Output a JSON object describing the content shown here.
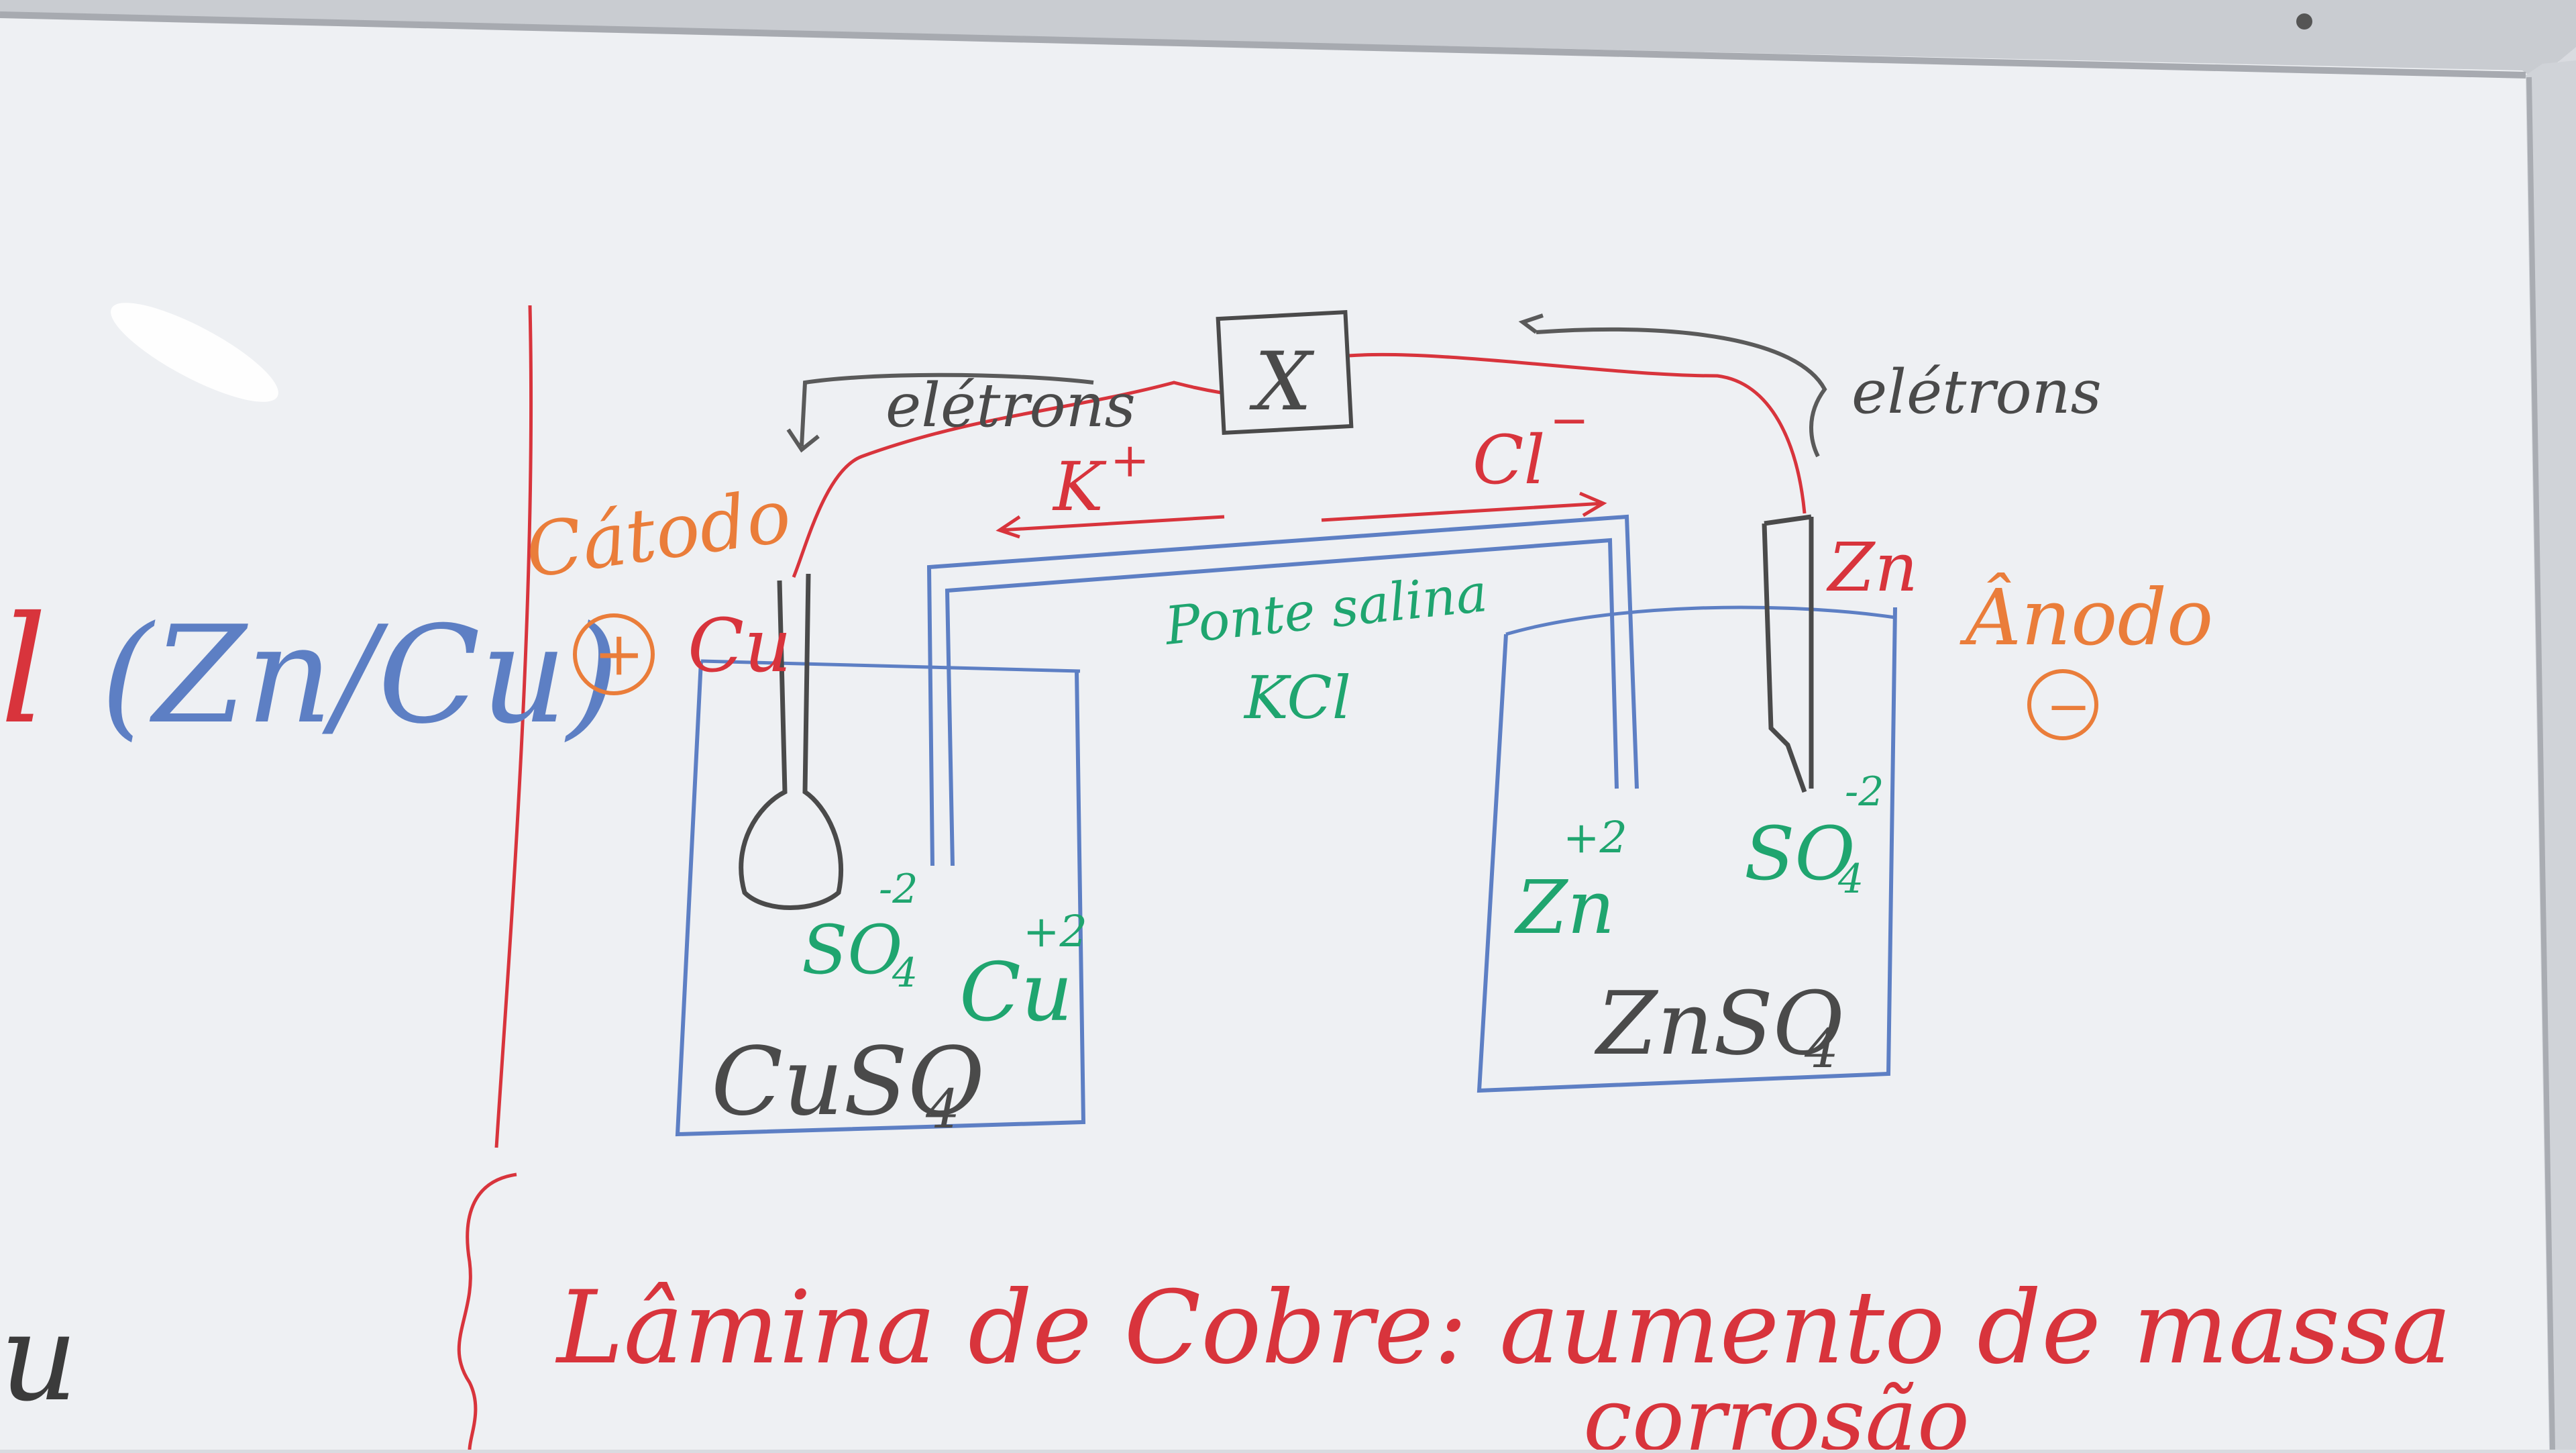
{
  "colors": {
    "board": "#eef0f3",
    "frame": "#b9bcc1",
    "red": "#d8343c",
    "orange": "#ea7d3a",
    "blue": "#5d7fc4",
    "green": "#1fa56f",
    "gray": "#4a4a4a"
  },
  "left_label": {
    "prefix": "l",
    "formula": "(Zn/Cu)"
  },
  "circuit": {
    "meter_label": "X",
    "electrons_left": "elétrons",
    "electrons_right": "elétrons",
    "k_ion": "K",
    "k_charge": "+",
    "cl_ion": "Cl",
    "cl_charge": "−"
  },
  "salt_bridge": {
    "label": "Ponte salina",
    "compound": "KCl"
  },
  "cathode": {
    "title": "Cátodo",
    "sign": "+",
    "metal": "Cu",
    "sulfate_base": "SO",
    "sulfate_sub": "4",
    "sulfate_charge": "-2",
    "cation_base": "Cu",
    "cation_charge": "+2",
    "solution_base": "CuSO",
    "solution_sub": "4"
  },
  "anode": {
    "title": "Ânodo",
    "sign": "−",
    "metal": "Zn",
    "cation_base": "Zn",
    "cation_charge": "+2",
    "sulfate_base": "SO",
    "sulfate_sub": "4",
    "sulfate_charge": "-2",
    "solution_base": "ZnSO",
    "solution_sub": "4"
  },
  "notes": {
    "left_bottom": "u",
    "line1": "Lâmina de Cobre: aumento de massa",
    "line2_partial": "corrosão"
  }
}
